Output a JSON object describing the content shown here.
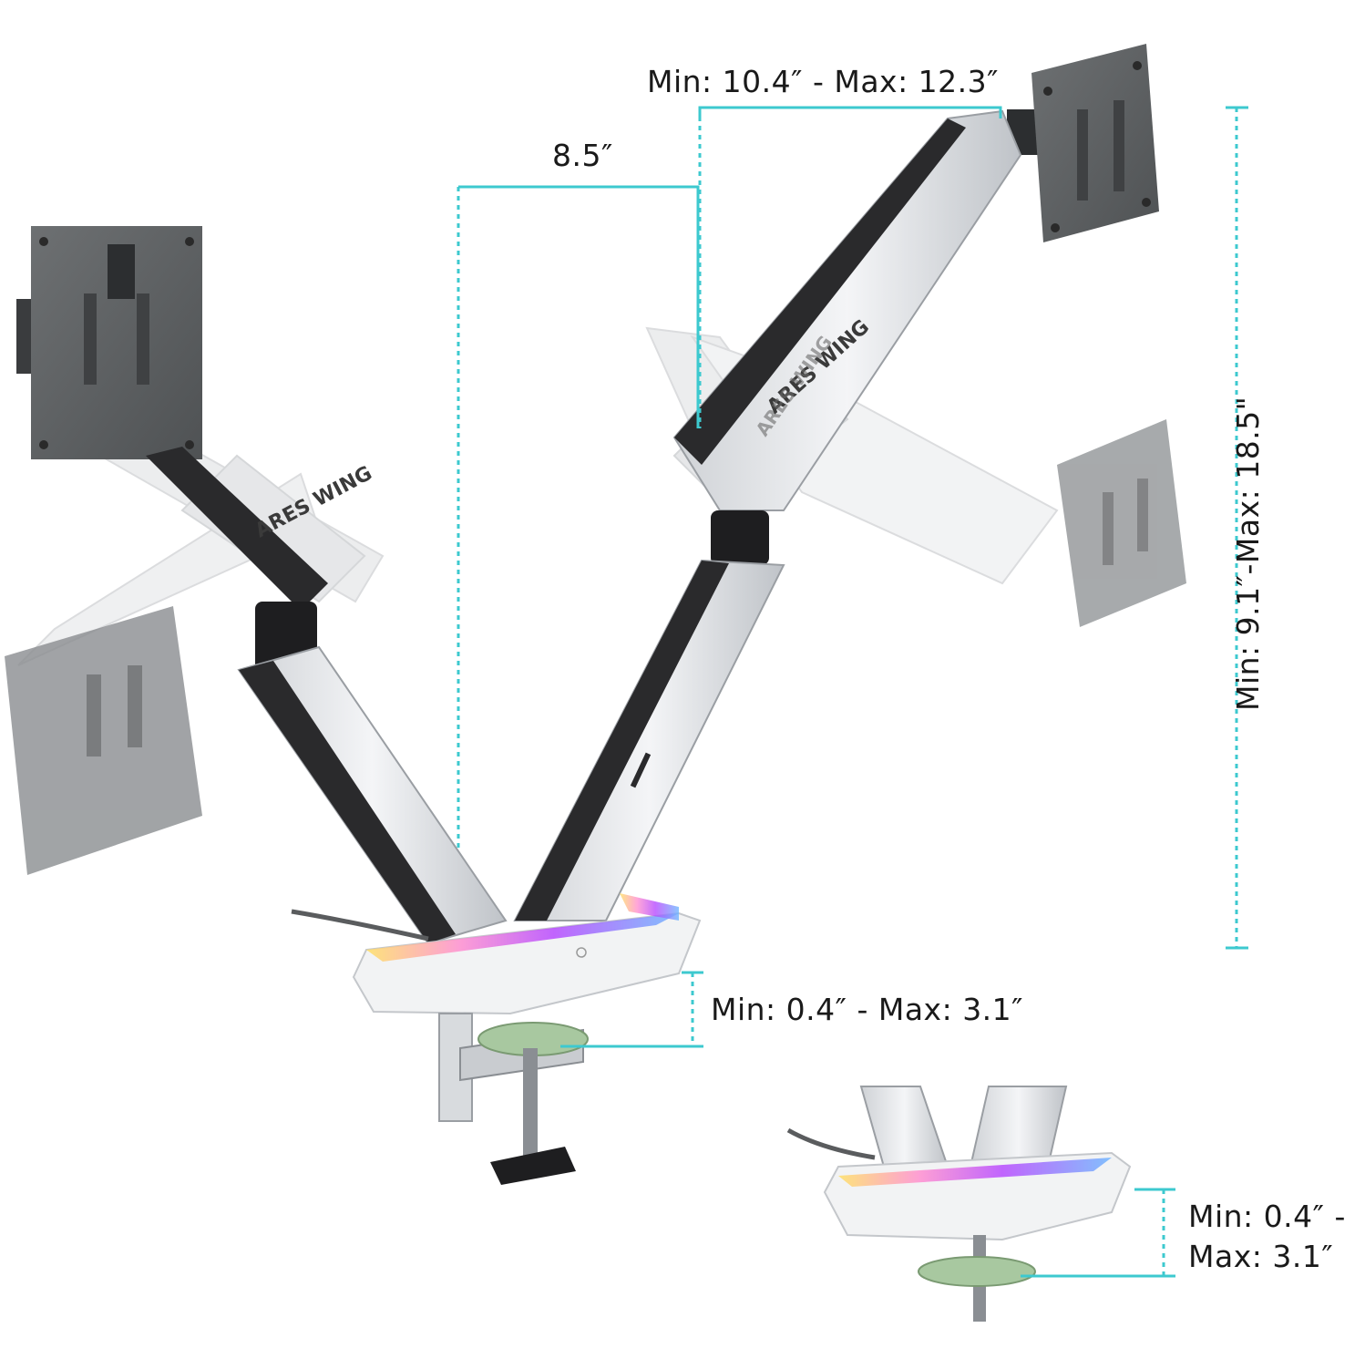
{
  "dimensions": {
    "arm_width": "Min: 10.4″ - Max: 12.3″",
    "extension": "8.5″",
    "height_range": "Min: 9.1″-Max: 18.5\"",
    "clamp_thickness": "Min: 0.4″ - Max: 3.1″",
    "grommet_line1": "Min: 0.4″ -",
    "grommet_line2": "Max: 3.1″"
  },
  "arm_branding": [
    "ARES WING",
    "ARES WING",
    "ARES WING"
  ],
  "colors": {
    "dimension_line": "#3dc9cf",
    "vesa_plate": "#5f6163",
    "arm_silver": "#e4e6e9",
    "arm_black": "#2a2a2c",
    "rgb_purple": "#b84bff",
    "rgb_yellow": "#ffd84a",
    "grommet_green": "#a8c8a0"
  }
}
